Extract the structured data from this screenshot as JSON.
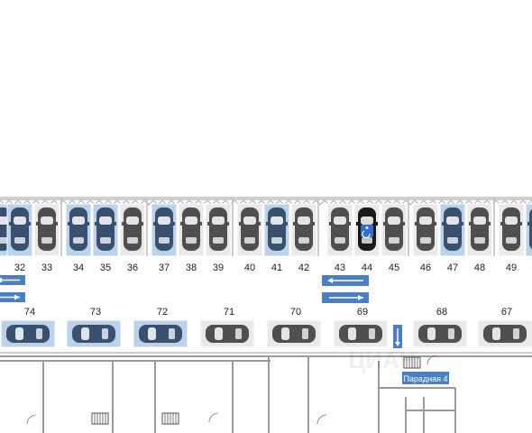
{
  "parking_map": {
    "colors": {
      "free_slot": "#bcd2ea",
      "taken_slot": "#e9e9e9",
      "car_blue": "#39506f",
      "car_gray": "#4f4f4f",
      "car_selected": "#1a1a1a",
      "arrow_blue": "#4a7fc4",
      "accessible_blue": "#2f6fcf",
      "wall": "#9a9a9a"
    },
    "top_row": [
      {
        "number": "",
        "status": "free"
      },
      {
        "number": "32",
        "status": "free"
      },
      {
        "number": "33",
        "status": "taken"
      },
      {
        "number": "34",
        "status": "free"
      },
      {
        "number": "35",
        "status": "free"
      },
      {
        "number": "36",
        "status": "taken"
      },
      {
        "number": "37",
        "status": "free"
      },
      {
        "number": "38",
        "status": "taken"
      },
      {
        "number": "39",
        "status": "taken"
      },
      {
        "number": "40",
        "status": "taken"
      },
      {
        "number": "41",
        "status": "free"
      },
      {
        "number": "42",
        "status": "taken"
      },
      {
        "number": "43",
        "status": "taken"
      },
      {
        "number": "44",
        "status": "selected",
        "accessible": true
      },
      {
        "number": "45",
        "status": "taken"
      },
      {
        "number": "46",
        "status": "taken"
      },
      {
        "number": "47",
        "status": "free"
      },
      {
        "number": "48",
        "status": "taken"
      },
      {
        "number": "49",
        "status": "taken"
      },
      {
        "number": "",
        "status": "free"
      }
    ],
    "bottom_row": [
      {
        "number": "74",
        "status": "free"
      },
      {
        "number": "73",
        "status": "free"
      },
      {
        "number": "72",
        "status": "free"
      },
      {
        "number": "71",
        "status": "taken"
      },
      {
        "number": "70",
        "status": "taken"
      },
      {
        "number": "69",
        "status": "taken"
      },
      {
        "number": "68",
        "status": "taken"
      },
      {
        "number": "67",
        "status": "taken"
      }
    ],
    "lane_arrows": [
      "two-way-arrow-icon",
      "one-way-down-arrow-icon"
    ],
    "entrance_label": "Парадная 4",
    "accessible_icon": "wheelchair-icon",
    "watermark": "ЦИАН"
  }
}
